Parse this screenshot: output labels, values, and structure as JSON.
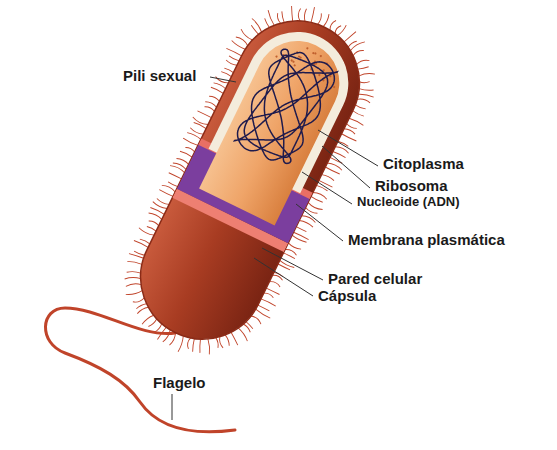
{
  "diagram": {
    "labels": [
      "Pili sexual",
      "Citoplasma",
      "Ribosoma",
      "Nucleoide (ADN)",
      "Membrana plasmática",
      "Pared celular",
      "Cápsula",
      "Flagelo"
    ]
  }
}
